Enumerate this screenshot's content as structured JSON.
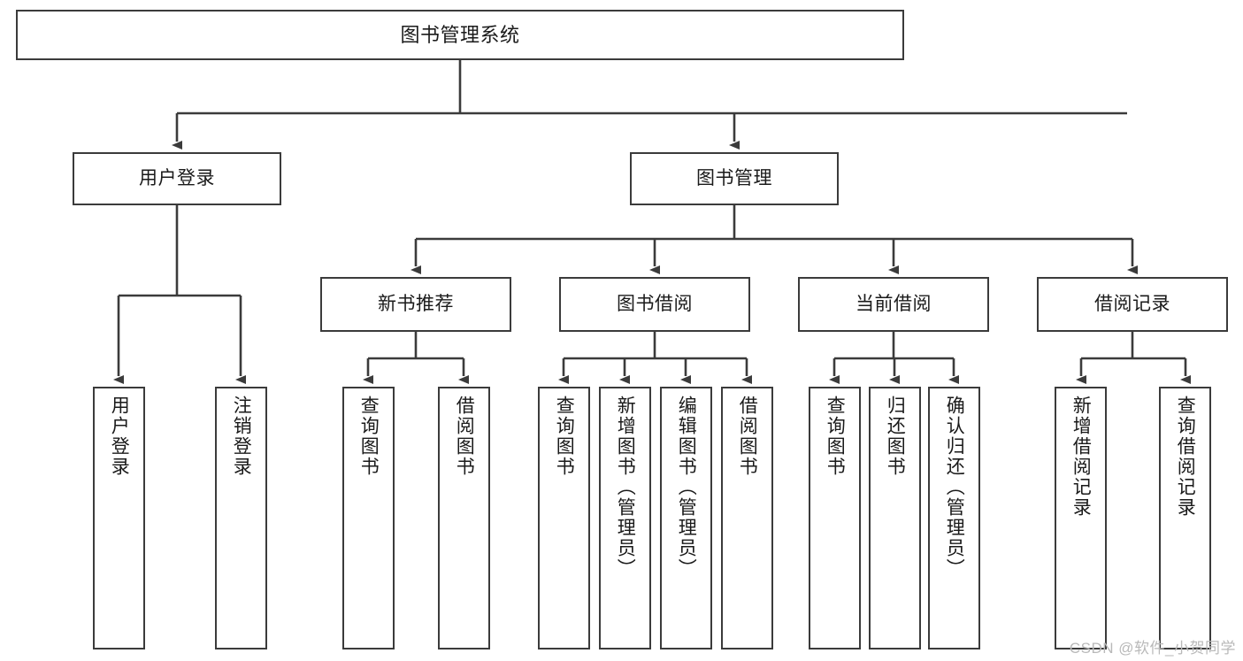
{
  "diagram": {
    "title": "图书管理系统",
    "type": "hierarchy-tree",
    "colors": {
      "box_border": "#3b3b3b",
      "box_fill": "#ffffff",
      "edge": "#3b3b3b",
      "text": "#1a1a1a",
      "watermark": "#b9b9b9"
    },
    "levels": [
      {
        "level": 1,
        "orientation": "horizontal"
      },
      {
        "level": 2,
        "orientation": "horizontal"
      },
      {
        "level": 3,
        "orientation": "horizontal"
      },
      {
        "level": 4,
        "orientation": "vertical"
      }
    ]
  },
  "nodes": {
    "root": {
      "id": "root",
      "label": "图书管理系统",
      "level": 1
    },
    "level2": [
      {
        "id": "user-login",
        "label": "用户登录",
        "level": 2
      },
      {
        "id": "book-manage",
        "label": "图书管理",
        "level": 2
      }
    ],
    "level3": [
      {
        "id": "new-book-recommend",
        "label": "新书推荐",
        "level": 3,
        "parent": "book-manage"
      },
      {
        "id": "book-borrow",
        "label": "图书借阅",
        "level": 3,
        "parent": "book-manage"
      },
      {
        "id": "current-borrow",
        "label": "当前借阅",
        "level": 3,
        "parent": "book-manage"
      },
      {
        "id": "borrow-record",
        "label": "借阅记录",
        "level": 3,
        "parent": "book-manage"
      }
    ],
    "leaves": {
      "user_login": [
        {
          "id": "leaf-user-login",
          "label": "用户登录"
        },
        {
          "id": "leaf-user-logout",
          "label": "注销登录"
        }
      ],
      "new_book_recommend": [
        {
          "id": "leaf-query-book-1",
          "label": "查询图书"
        },
        {
          "id": "leaf-borrow-book-1",
          "label": "借阅图书"
        }
      ],
      "book_borrow": [
        {
          "id": "leaf-query-book-2",
          "label": "查询图书"
        },
        {
          "id": "leaf-add-book",
          "label": "新增图书（管理员）"
        },
        {
          "id": "leaf-edit-book",
          "label": "编辑图书（管理员）"
        },
        {
          "id": "leaf-borrow-book-2",
          "label": "借阅图书"
        }
      ],
      "current_borrow": [
        {
          "id": "leaf-query-book-3",
          "label": "查询图书"
        },
        {
          "id": "leaf-return-book",
          "label": "归还图书"
        },
        {
          "id": "leaf-confirm-return",
          "label": "确认归还（管理员）"
        }
      ],
      "borrow_record": [
        {
          "id": "leaf-add-borrow-record",
          "label": "新增借阅记录"
        },
        {
          "id": "leaf-query-borrow-record",
          "label": "查询借阅记录"
        }
      ]
    }
  },
  "watermark": {
    "text": "CSDN @软件_小贺同学"
  }
}
